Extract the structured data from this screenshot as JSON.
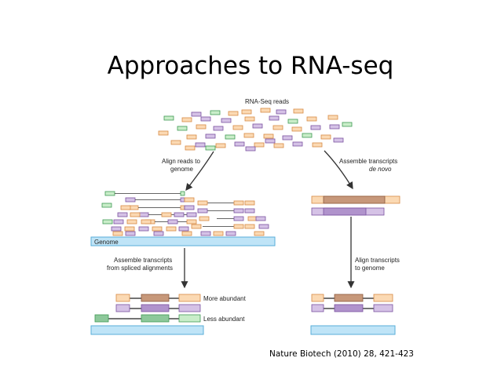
{
  "slide": {
    "title": "Approaches to RNA-seq",
    "citation": "Nature Biotech (2010) 28, 421-423"
  },
  "diagram": {
    "reads_label": "RNA-Seq reads",
    "align_label_line1": "Align reads to",
    "align_label_line2": "genome",
    "denovo_label_line1": "Assemble transcripts",
    "denovo_label_line2": "de novo",
    "genome_label": "Genome",
    "spliced_label_line1": "Assemble transcripts",
    "spliced_label_line2": "from spliced alignments",
    "align_tx_label_line1": "Align transcripts",
    "align_tx_label_line2": "to genome",
    "more_abundant": "More abundant",
    "less_abundant": "Less abundant"
  },
  "colors": {
    "orange_fill": "#fbd9b3",
    "orange_stroke": "#d88a45",
    "brown_fill": "#c7987a",
    "brown_stroke": "#8c5a3c",
    "purple_fill": "#d5c2e6",
    "purple_stroke": "#7a52a0",
    "green_fill": "#c9edc9",
    "green_stroke": "#3f9a55",
    "genome_fill": "#bfe4f7",
    "genome_stroke": "#5aaed8"
  }
}
